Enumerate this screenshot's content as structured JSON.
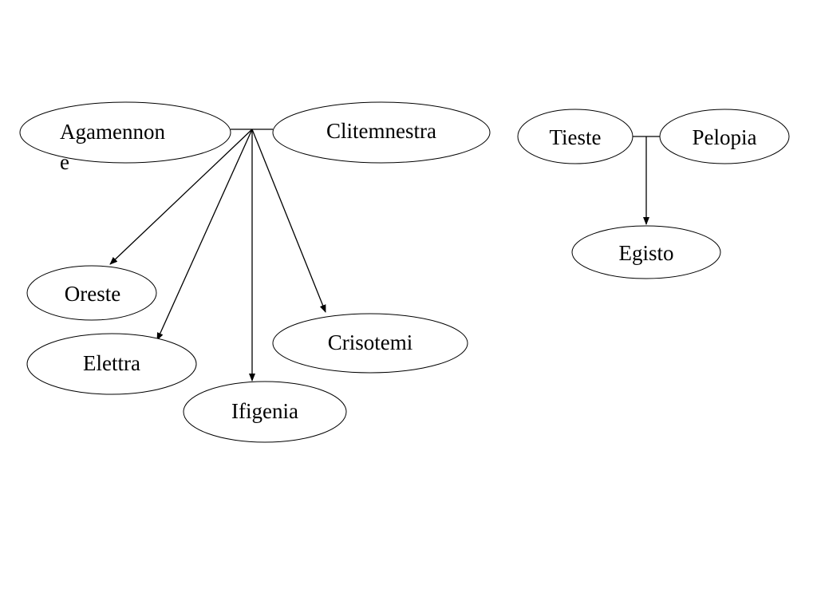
{
  "diagram": {
    "nodes": {
      "agamennone": {
        "line1": "Agamennon",
        "line2": "e"
      },
      "clitemnestra": "Clitemnestra",
      "tieste": "Tieste",
      "pelopia": "Pelopia",
      "egisto": "Egisto",
      "oreste": "Oreste",
      "elettra": "Elettra",
      "ifigenia": "Ifigenia",
      "crisotemi": "Crisotemi"
    }
  }
}
